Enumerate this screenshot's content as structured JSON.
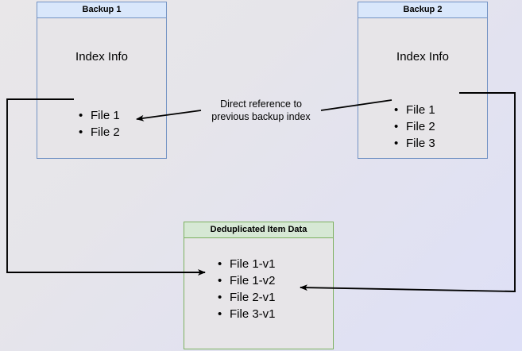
{
  "diagram": {
    "title_hidden": "",
    "background": {
      "gradient_from": "#e9e7e9",
      "gradient_to": "#dee0f7"
    },
    "colors": {
      "blue_border": "#7393c4",
      "blue_header_fill": "#d9e7fb",
      "green_border": "#7cb15f",
      "green_header_fill": "#d6e8d4",
      "body_fill": "#e7e5e8",
      "edge_stroke": "#000000"
    },
    "nodes": {
      "backup1": {
        "header": "Backup 1",
        "section_label": "Index Info",
        "items": [
          "File 1",
          "File 2"
        ]
      },
      "backup2": {
        "header": "Backup 2",
        "section_label": "Index Info",
        "items": [
          "File 1",
          "File 2",
          "File 3"
        ]
      },
      "dedup": {
        "header": "Deduplicated Item Data",
        "items": [
          "File 1-v1",
          "File 1-v2",
          "File 2-v1",
          "File 3-v1"
        ]
      }
    },
    "annotations": {
      "center_note": "Direct reference to\nprevious backup index"
    },
    "edges": [
      {
        "name": "backup2-index-to-backup1-index",
        "label": "Direct reference to previous backup index",
        "from": "backup2.items.1",
        "to": "backup1.items.1",
        "arrowhead": "left"
      },
      {
        "name": "backup1-file1-to-dedup-file1v1",
        "from": "backup1.items.0",
        "to": "dedup.items.0",
        "arrowhead": "right"
      },
      {
        "name": "backup2-file1-to-dedup-file1v2",
        "from": "backup2.items.0",
        "to": "dedup.items.1",
        "arrowhead": "left"
      }
    ]
  }
}
